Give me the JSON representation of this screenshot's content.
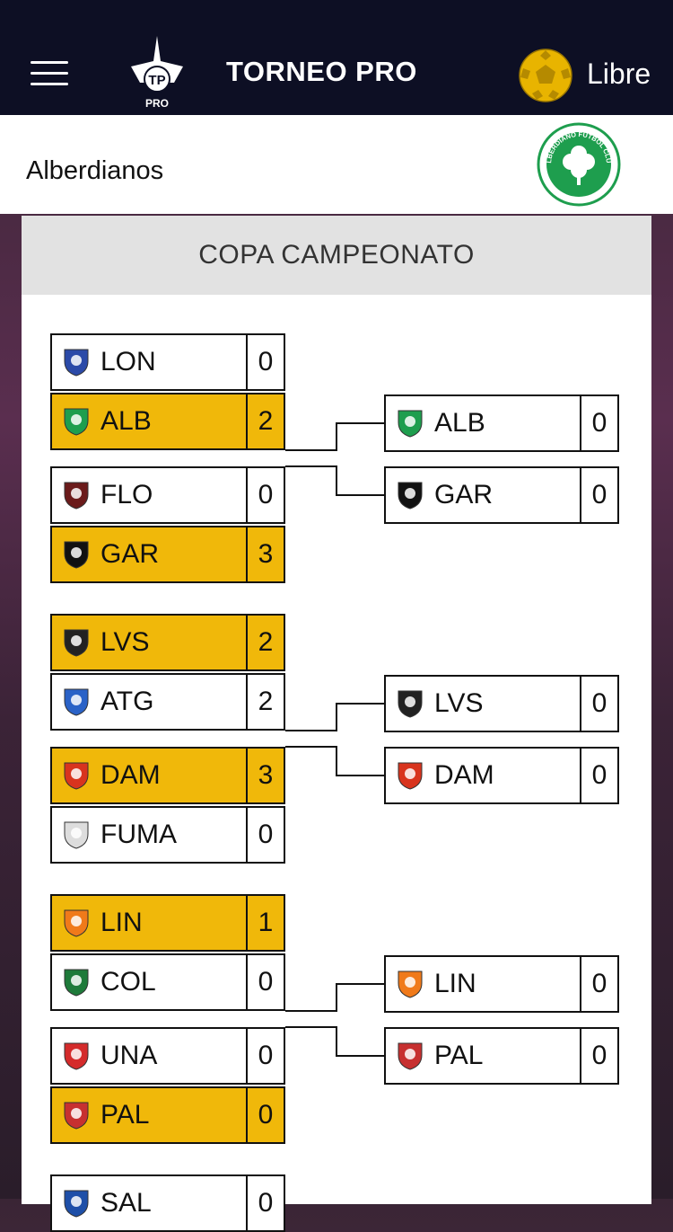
{
  "header": {
    "title": "TORNEO PRO",
    "mode_label": "Libre",
    "logo_letters": "TP",
    "logo_caption": "PRO"
  },
  "team": {
    "name": "Alberdianos",
    "crest_text": "ALBERDIANO FUTBOL CLUB"
  },
  "cup": {
    "title": "COPA CAMPEONATO"
  },
  "bracket": {
    "round1": [
      {
        "abbr": "LON",
        "score": "0",
        "winner": false,
        "crest": "lon-crest",
        "color": "#2b4aa8"
      },
      {
        "abbr": "ALB",
        "score": "2",
        "winner": true,
        "crest": "alb-crest",
        "color": "#1e9e4e"
      },
      {
        "abbr": "FLO",
        "score": "0",
        "winner": false,
        "crest": "flo-crest",
        "color": "#6b1b1b"
      },
      {
        "abbr": "GAR",
        "score": "3",
        "winner": true,
        "crest": "gar-crest",
        "color": "#111111"
      },
      {
        "abbr": "LVS",
        "score": "2",
        "winner": true,
        "crest": "lvs-crest",
        "color": "#222222"
      },
      {
        "abbr": "ATG",
        "score": "2",
        "winner": false,
        "crest": "atg-crest",
        "color": "#2a62c7"
      },
      {
        "abbr": "DAM",
        "score": "3",
        "winner": true,
        "crest": "dam-crest",
        "color": "#d8341e"
      },
      {
        "abbr": "FUMA",
        "score": "0",
        "winner": false,
        "crest": "fuma-crest",
        "color": "#dddddd"
      },
      {
        "abbr": "LIN",
        "score": "1",
        "winner": true,
        "crest": "lin-crest",
        "color": "#f07a1a"
      },
      {
        "abbr": "COL",
        "score": "0",
        "winner": false,
        "crest": "col-crest",
        "color": "#1e7a3a"
      },
      {
        "abbr": "UNA",
        "score": "0",
        "winner": false,
        "crest": "una-crest",
        "color": "#d42b2b"
      },
      {
        "abbr": "PAL",
        "score": "0",
        "winner": true,
        "crest": "pal-crest",
        "color": "#c73030"
      },
      {
        "abbr": "SAL",
        "score": "0",
        "winner": false,
        "crest": "sal-crest",
        "color": "#1e4fa8"
      }
    ],
    "round2": [
      {
        "abbr": "ALB",
        "score": "0",
        "crest": "alb-crest",
        "color": "#1e9e4e"
      },
      {
        "abbr": "GAR",
        "score": "0",
        "crest": "gar-crest",
        "color": "#111111"
      },
      {
        "abbr": "LVS",
        "score": "0",
        "crest": "lvs-crest",
        "color": "#222222"
      },
      {
        "abbr": "DAM",
        "score": "0",
        "crest": "dam-crest",
        "color": "#d8341e"
      },
      {
        "abbr": "LIN",
        "score": "0",
        "crest": "lin-crest",
        "color": "#f07a1a"
      },
      {
        "abbr": "PAL",
        "score": "0",
        "crest": "pal-crest",
        "color": "#c73030"
      }
    ]
  },
  "colors": {
    "topbar": "#0d0f24",
    "winner": "#f0b80a",
    "crest_green": "#1e9e4e",
    "ball": "#e8b400"
  }
}
